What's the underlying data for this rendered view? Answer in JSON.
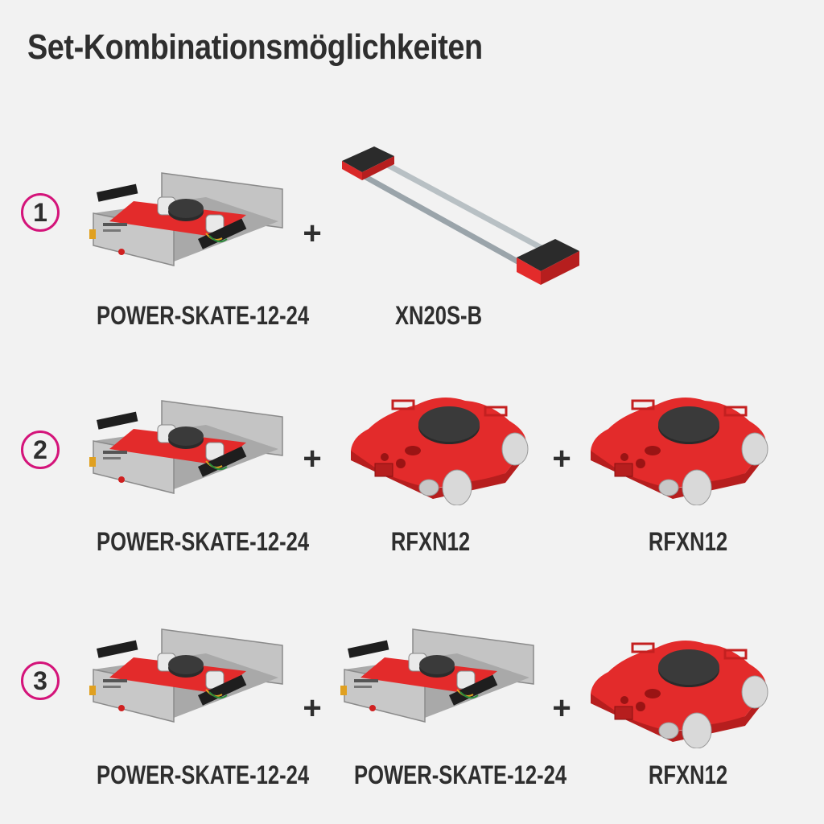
{
  "title": "Set-Kombinationsmöglichkeiten",
  "rows": [
    {
      "number": "1",
      "labels": [
        "POWER-SKATE-12-24",
        "XN20S-B"
      ],
      "plus": "+"
    },
    {
      "number": "2",
      "labels": [
        "POWER-SKATE-12-24",
        "RFXN12",
        "RFXN12"
      ],
      "plus": "+"
    },
    {
      "number": "3",
      "labels": [
        "POWER-SKATE-12-24",
        "POWER-SKATE-12-24",
        "RFXN12"
      ],
      "plus": "+"
    }
  ],
  "colors": {
    "accent_ring": "#d4147a",
    "product_red": "#e32b2b",
    "skate_grey": "#b9b9b9",
    "text": "#2e2e2e",
    "background": "#f2f2f2"
  }
}
